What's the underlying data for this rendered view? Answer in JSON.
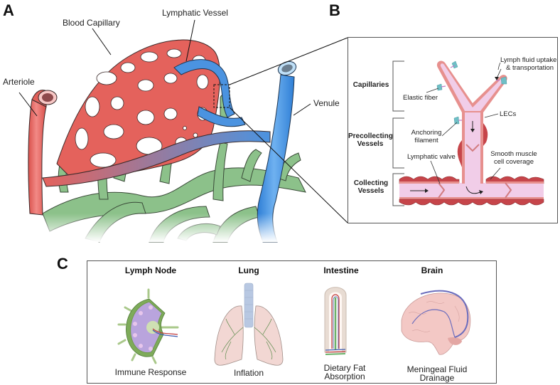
{
  "figure": {
    "panels": {
      "a": {
        "letter": "A",
        "labels": {
          "arteriole": "Arteriole",
          "blood_capillary": "Blood Capillary",
          "lymphatic_vessel": "Lymphatic Vessel",
          "venule": "Venule"
        },
        "colors": {
          "arteriole": "#e0605a",
          "capillary": "#e4625c",
          "lymphatic": "#8cc18a",
          "venule": "#3d8ee0"
        }
      },
      "b": {
        "letter": "B",
        "sections": {
          "capillaries": "Capillaries",
          "precollecting": "Precollecting Vessels",
          "collecting": "Collecting Vessels"
        },
        "labels": {
          "lymph_uptake_line1": "Lymph fluid uptake",
          "lymph_uptake_line2": "& transportation",
          "elastic_fiber": "Elastic fiber",
          "lecs": "LECs",
          "anchoring_line1": "Anchoring",
          "anchoring_line2": "filament",
          "lymphatic_valve": "Lymphatic valve",
          "smooth_muscle_line1": "Smooth muscle",
          "smooth_muscle_line2": "cell coverage"
        },
        "colors": {
          "lumen": "#f1cde8",
          "wall": "#e7908e",
          "muscle": "#c6454a",
          "filament": "#6fbfc6"
        }
      },
      "c": {
        "letter": "C",
        "organs": [
          {
            "title": "Lymph Node",
            "caption_line1": "Immune Response",
            "caption_line2": ""
          },
          {
            "title": "Lung",
            "caption_line1": "Inflation",
            "caption_line2": ""
          },
          {
            "title": "Intestine",
            "caption_line1": "Dietary Fat",
            "caption_line2": "Absorption"
          },
          {
            "title": "Brain",
            "caption_line1": "Meningeal Fluid",
            "caption_line2": "Drainage"
          }
        ]
      }
    }
  }
}
